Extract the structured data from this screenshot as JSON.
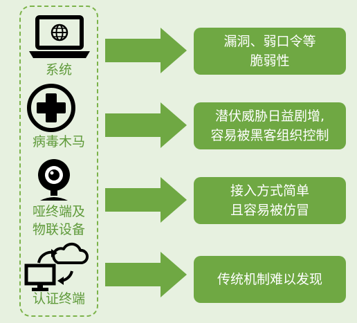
{
  "categories": [
    {
      "label": "系统",
      "icon": "laptop-globe-icon"
    },
    {
      "label": "病毒木马",
      "icon": "medical-cross-icon"
    },
    {
      "label_lines": [
        "哑终端及",
        "物联设备"
      ],
      "icon": "webcam-icon"
    },
    {
      "label": "认证终端",
      "icon": "cloud-sync-monitor-icon"
    }
  ],
  "risks": [
    {
      "lines": [
        "漏洞、弱口令等",
        "脆弱性"
      ]
    },
    {
      "lines": [
        "潜伏威胁日益剧增,",
        "容易被黑客组织控制"
      ]
    },
    {
      "lines": [
        "接入方式简单",
        "且容易被仿冒"
      ]
    },
    {
      "lines": [
        "传统机制难以发现"
      ]
    }
  ],
  "colors": {
    "accent": "#6fa843",
    "label": "#5f9a3a",
    "background": "#e7f1e0"
  }
}
